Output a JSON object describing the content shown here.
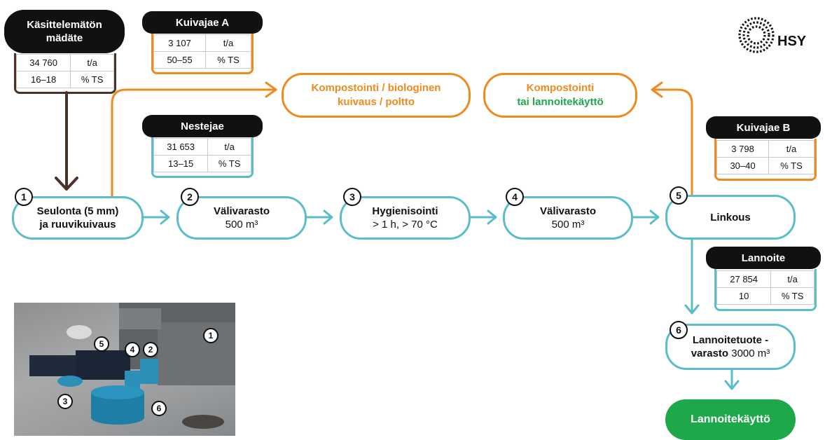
{
  "logo": {
    "text": "HSY"
  },
  "source": {
    "title_line1": "Käsittelemätön",
    "title_line2": "mädäte",
    "rows": [
      {
        "value": "34 760",
        "unit": "t/a"
      },
      {
        "value": "16–18",
        "unit": "% TS"
      }
    ]
  },
  "kuivajae_a": {
    "title": "Kuivajae A",
    "rows": [
      {
        "value": "3 107",
        "unit": "t/a"
      },
      {
        "value": "50–55",
        "unit": "% TS"
      }
    ]
  },
  "nestejae": {
    "title": "Nestejae",
    "rows": [
      {
        "value": "31 653",
        "unit": "t/a"
      },
      {
        "value": "13–15",
        "unit": "% TS"
      }
    ]
  },
  "kuivajae_b": {
    "title": "Kuivajae B",
    "rows": [
      {
        "value": "3 798",
        "unit": "t/a"
      },
      {
        "value": "30–40",
        "unit": "% TS"
      }
    ]
  },
  "lannoite": {
    "title": "Lannoite",
    "rows": [
      {
        "value": "27 854",
        "unit": "t/a"
      },
      {
        "value": "10",
        "unit": "% TS"
      }
    ]
  },
  "outputs": {
    "kompostointi_a": {
      "line1": "Kompostointi / biologinen",
      "line2": "kuivaus / poltto"
    },
    "kompostointi_b": {
      "line1": "Kompostointi",
      "line2": "tai lannoitekäyttö"
    }
  },
  "steps": [
    {
      "num": "1",
      "line1": "Seulonta (5 mm)",
      "line2": "ja ruuvikuivaus"
    },
    {
      "num": "2",
      "line1": "Välivarasto",
      "line2": "500 m³"
    },
    {
      "num": "3",
      "line1": "Hygienisointi",
      "line2": "> 1 h, > 70 °C"
    },
    {
      "num": "4",
      "line1": "Välivarasto",
      "line2": "500 m³"
    },
    {
      "num": "5",
      "line1": "Linkous"
    },
    {
      "num": "6",
      "line1": "Lannoitetuote -",
      "line2a": "varasto",
      "line2b": " 3000 m³"
    }
  ],
  "final": {
    "label": "Lannoitekäyttö"
  },
  "photo_markers": [
    "1",
    "2",
    "3",
    "4",
    "5",
    "6"
  ],
  "colors": {
    "teal": "#5bbdc9",
    "orange": "#ef8a1e",
    "brown": "#4a3326",
    "green": "#1ea84a",
    "black": "#111111"
  }
}
